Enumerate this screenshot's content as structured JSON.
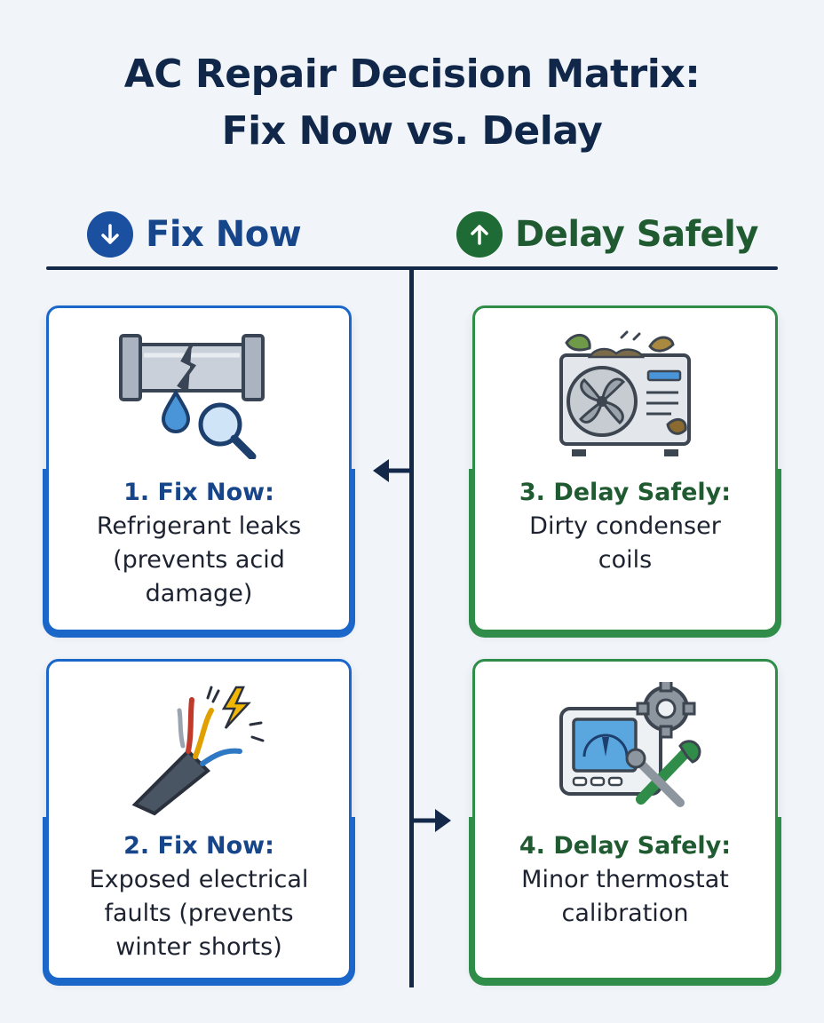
{
  "title": {
    "line1": "AC Repair Decision Matrix:",
    "line2": "Fix Now vs. Delay"
  },
  "columns": {
    "left": {
      "label": "Fix Now",
      "icon": "arrow-down-circle-icon",
      "color": "#1b4fa0"
    },
    "right": {
      "label": "Delay Safely",
      "icon": "arrow-up-circle-icon",
      "color": "#1f6b35"
    }
  },
  "cards": [
    {
      "heading": "1. Fix Now:",
      "lines": [
        "Refrigerant leaks",
        "(prevents acid",
        "damage)"
      ],
      "icon": "leaking-pipe-magnifier-icon"
    },
    {
      "heading": "2. Fix Now:",
      "lines": [
        "Exposed electrical",
        "faults (prevents",
        "winter shorts)"
      ],
      "icon": "frayed-cable-spark-icon"
    },
    {
      "heading": "3. Delay Safely:",
      "lines": [
        "Dirty condenser",
        "coils"
      ],
      "icon": "dirty-condenser-unit-icon"
    },
    {
      "heading": "4. Delay Safely:",
      "lines": [
        "Minor thermostat",
        "calibration"
      ],
      "icon": "thermostat-gear-wrench-icon"
    }
  ]
}
